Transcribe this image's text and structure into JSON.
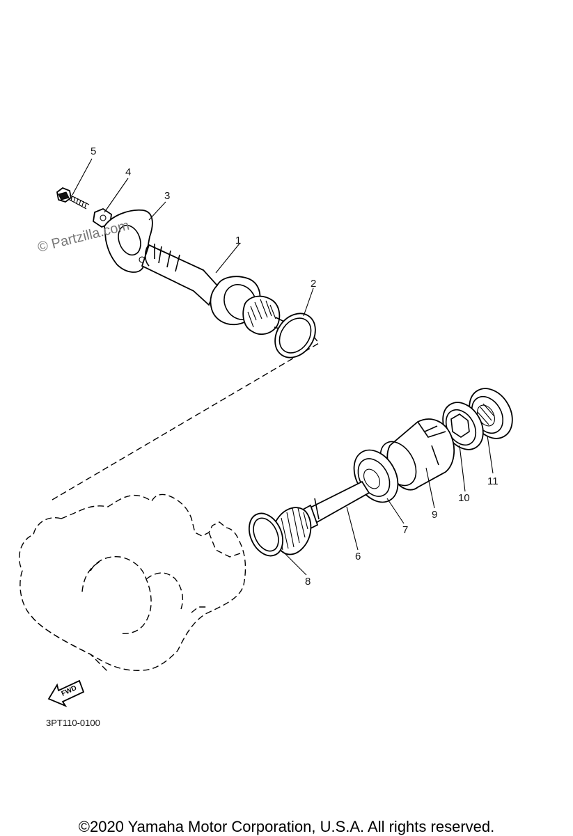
{
  "diagram": {
    "watermark": "© Partzilla.com",
    "diagram_code": "3PT110-0100",
    "fwd_label": "FWD",
    "callouts": {
      "c1": "1",
      "c2": "2",
      "c3": "3",
      "c4": "4",
      "c5": "5",
      "c6": "6",
      "c7": "7",
      "c8": "8",
      "c9": "9",
      "c10": "10",
      "c11": "11"
    }
  },
  "footer": {
    "copyright": "©2020 Yamaha Motor Corporation, U.S.A. All rights reserved."
  }
}
